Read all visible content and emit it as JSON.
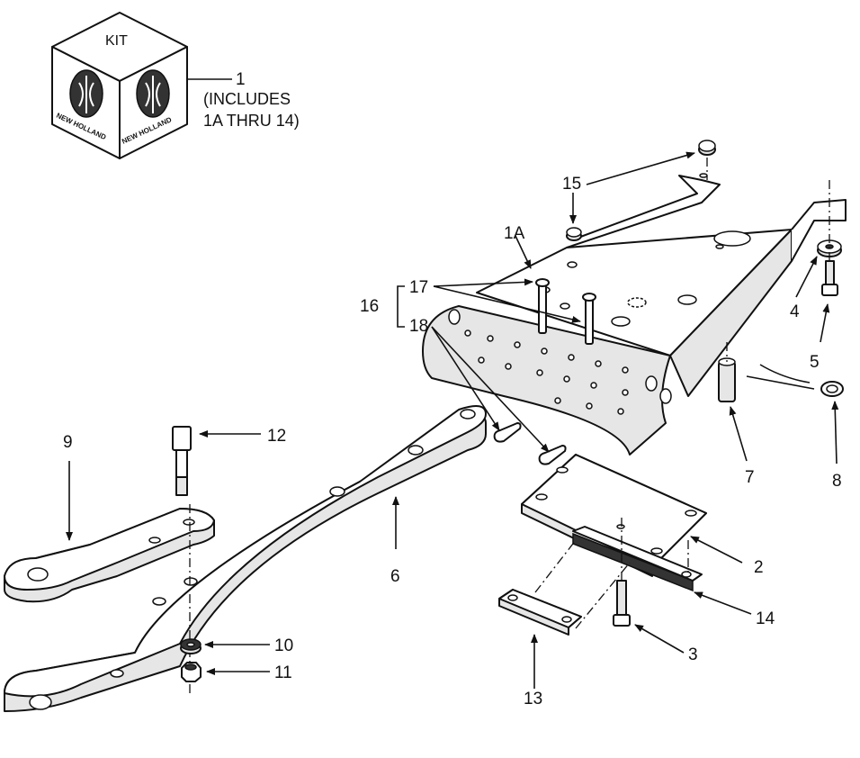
{
  "kit": {
    "label": "KIT",
    "brand": "NEW HOLLAND",
    "callout": "1",
    "note_line1": "(INCLUDES",
    "note_line2": "1A THRU 14)"
  },
  "callouts": {
    "c1a": "1A",
    "c2": "2",
    "c3": "3",
    "c4": "4",
    "c5": "5",
    "c6": "6",
    "c7": "7",
    "c8": "8",
    "c9": "9",
    "c10": "10",
    "c11": "11",
    "c12": "12",
    "c13": "13",
    "c14": "14",
    "c15": "15",
    "c16": "16",
    "c17": "17",
    "c18": "18"
  },
  "colors": {
    "line": "#111111",
    "shade": "#e6e6e6",
    "background": "#ffffff"
  }
}
